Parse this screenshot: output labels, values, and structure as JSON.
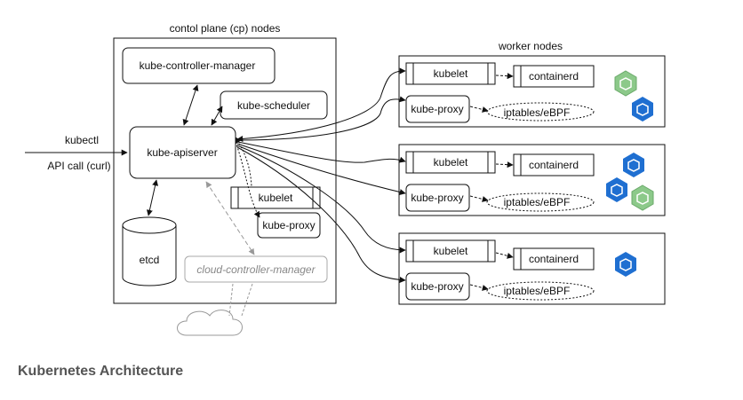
{
  "control_plane": {
    "title": "contol plane (cp) nodes",
    "components": {
      "controller_manager": "kube-controller-manager",
      "scheduler": "kube-scheduler",
      "apiserver": "kube-apiserver",
      "kubelet": "kubelet",
      "kube_proxy": "kube-proxy",
      "etcd": "etcd",
      "cloud_controller_manager": "cloud-controller-manager"
    }
  },
  "external": {
    "kubectl": "kubectl",
    "api_call": "API call (curl)"
  },
  "worker_nodes": {
    "title": "worker nodes",
    "nodes": [
      {
        "kubelet": "kubelet",
        "containerd": "containerd",
        "kube_proxy": "kube-proxy",
        "iptables": "iptables/eBPF"
      },
      {
        "kubelet": "kubelet",
        "containerd": "containerd",
        "kube_proxy": "kube-proxy",
        "iptables": "iptables/eBPF"
      },
      {
        "kubelet": "kubelet",
        "containerd": "containerd",
        "kube_proxy": "kube-proxy",
        "iptables": "iptables/eBPF"
      }
    ]
  },
  "caption": "Kubernetes Architecture",
  "colors": {
    "pod_blue": "#1f6fd1",
    "pod_green": "#8cc98a",
    "cloud_gray": "#999999"
  }
}
